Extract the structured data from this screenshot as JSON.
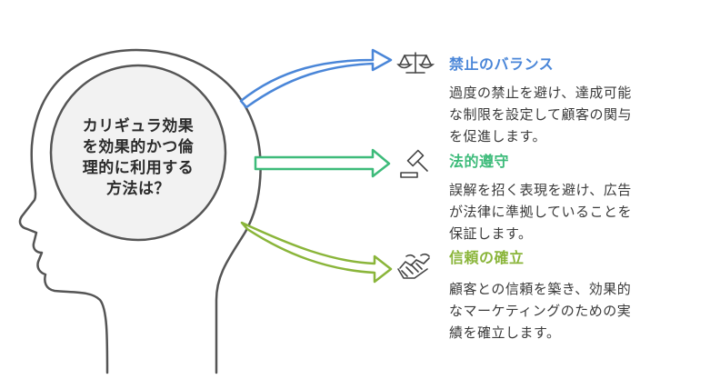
{
  "center": {
    "lines": [
      "カリギュラ効果",
      "を効果的かつ倫",
      "理的に利用する",
      "方法は？"
    ]
  },
  "items": [
    {
      "title": "禁止のバランス",
      "color": "#4a86d8",
      "icon": "balance-scale-icon",
      "desc_lines": [
        "過度の禁止を避け、達成可能",
        "な制限を設定して顧客の関与",
        "を促進します。"
      ]
    },
    {
      "title": "法的遵守",
      "color": "#3dbb7a",
      "icon": "gavel-icon",
      "desc_lines": [
        "誤解を招く表現を避け、広告",
        "が法律に準拠していることを",
        "保証します。"
      ]
    },
    {
      "title": "信頼の確立",
      "color": "#8ab53a",
      "icon": "handshake-icon",
      "desc_lines": [
        "顧客との信頼を築き、効果的",
        "なマーケティングのための実",
        "績を確立します。"
      ]
    }
  ]
}
